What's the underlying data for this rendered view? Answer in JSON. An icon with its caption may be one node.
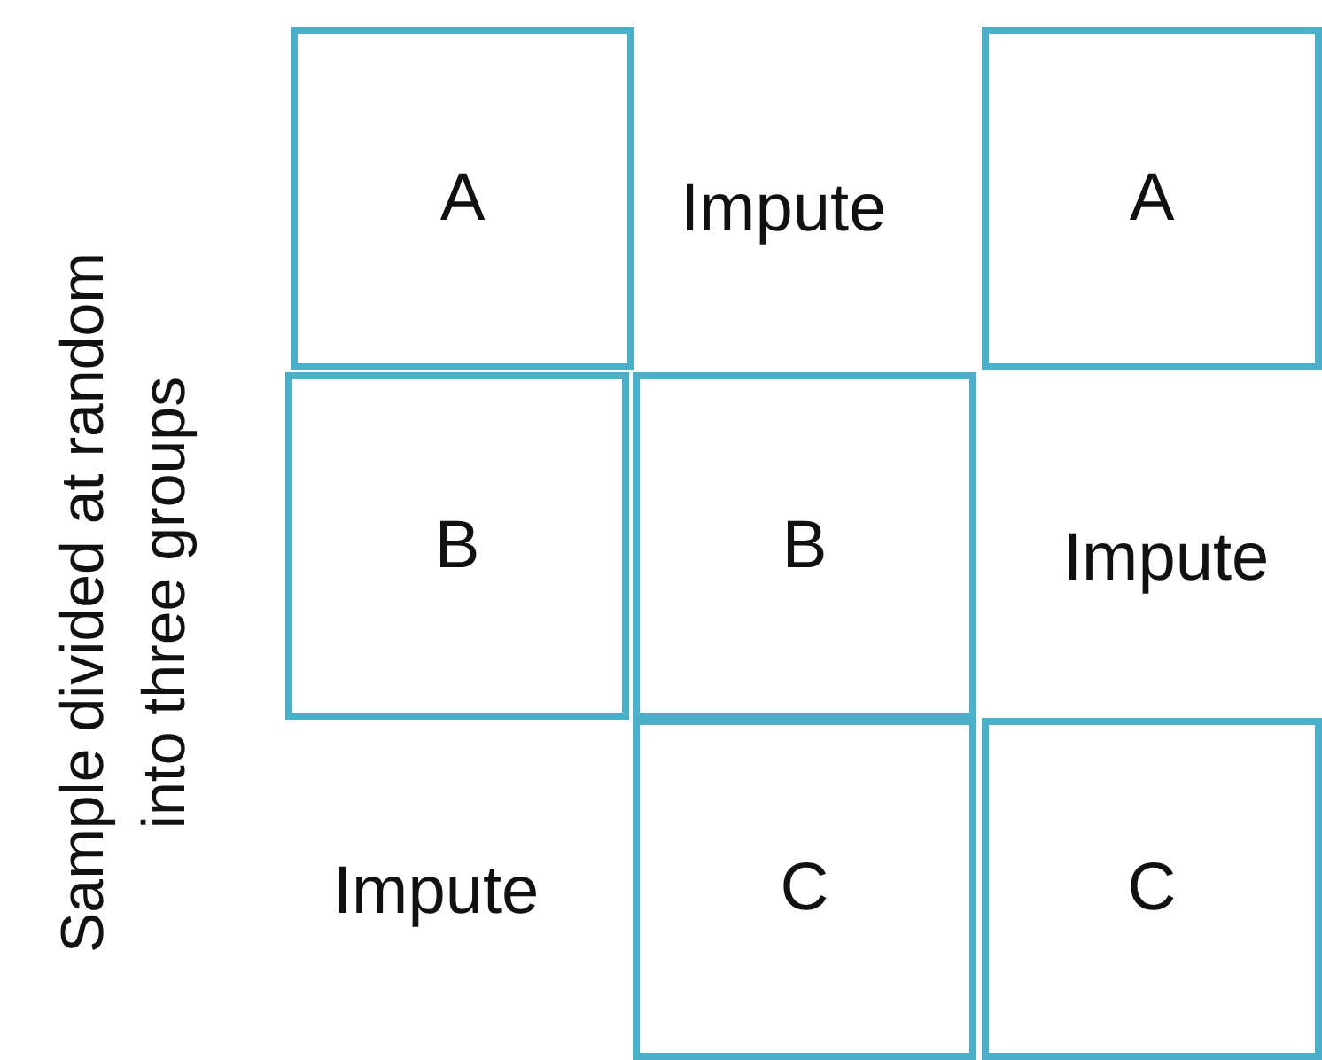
{
  "diagram": {
    "nodes": [
      {
        "text": [
          "A"
        ]
      },
      {
        "text": [
          "A"
        ]
      },
      {
        "text": [
          "B"
        ]
      },
      {
        "text": [
          "B"
        ]
      },
      {
        "text": [
          "C"
        ]
      },
      {
        "text": [
          "C"
        ]
      }
    ],
    "labels": [
      "Sample divided at random into three groups",
      "Impute",
      "Impute",
      "Impute"
    ]
  }
}
